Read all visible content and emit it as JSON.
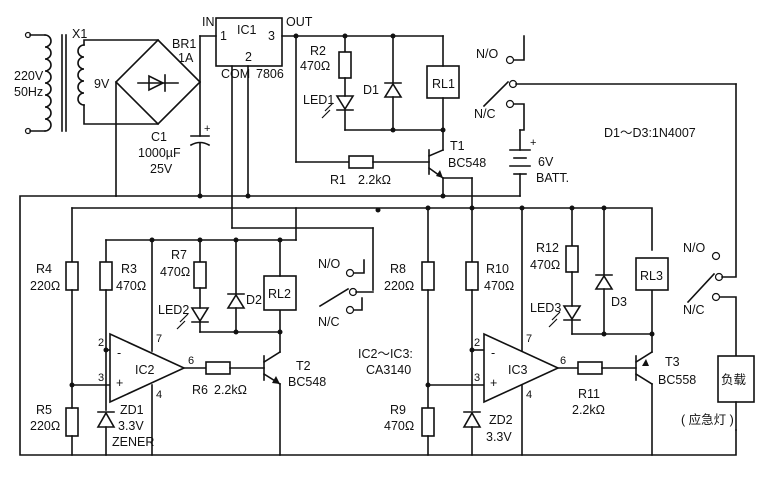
{
  "transformer": {
    "ref": "X1",
    "primary": "220V",
    "freq": "50Hz",
    "secondary": "9V"
  },
  "bridge": {
    "ref": "BR1",
    "rating": "1A"
  },
  "c1": {
    "ref": "C1",
    "value": "1000µF",
    "voltage": "25V",
    "polarity": "+"
  },
  "ic1": {
    "ref": "IC1",
    "pin_in": "1",
    "pin_out": "3",
    "pin_com": "2",
    "com": "COM",
    "part": "7806",
    "in_label": "IN",
    "out_label": "OUT"
  },
  "r1": {
    "ref": "R1",
    "value": "2.2kΩ"
  },
  "r2": {
    "ref": "R2",
    "value": "470Ω"
  },
  "led1": {
    "ref": "LED1"
  },
  "d1": {
    "ref": "D1"
  },
  "rl1": {
    "ref": "RL1",
    "no": "N/O",
    "nc": "N/C"
  },
  "t1": {
    "ref": "T1",
    "part": "BC548"
  },
  "battery": {
    "voltage": "6V",
    "label": "BATT.",
    "polarity": "+"
  },
  "diode_note": "D1～D3:1N4007",
  "r4": {
    "ref": "R4",
    "value": "220Ω"
  },
  "r5": {
    "ref": "R5",
    "value": "220Ω"
  },
  "r3": {
    "ref": "R3",
    "value": "470Ω"
  },
  "r7": {
    "ref": "R7",
    "value": "470Ω"
  },
  "led2": {
    "ref": "LED2"
  },
  "d2": {
    "ref": "D2"
  },
  "rl2": {
    "ref": "RL2",
    "no": "N/O",
    "nc": "N/C"
  },
  "ic2": {
    "ref": "IC2",
    "pin2": "2",
    "pin3": "3",
    "pin4": "4",
    "pin6": "6",
    "pin7": "7",
    "minus": "-",
    "plus": "+"
  },
  "r6": {
    "ref": "R6",
    "value": "2.2kΩ"
  },
  "t2": {
    "ref": "T2",
    "part": "BC548"
  },
  "zd1": {
    "ref": "ZD1",
    "value": "3.3V",
    "type": "ZENER"
  },
  "r8": {
    "ref": "R8",
    "value": "220Ω"
  },
  "r9": {
    "ref": "R9",
    "value": "470Ω"
  },
  "ic_note": {
    "line1": "IC2～IC3:",
    "line2": "CA3140"
  },
  "r10": {
    "ref": "R10",
    "value": "470Ω"
  },
  "r12": {
    "ref": "R12",
    "value": "470Ω"
  },
  "led3": {
    "ref": "LED3"
  },
  "d3": {
    "ref": "D3"
  },
  "rl3": {
    "ref": "RL3",
    "no": "N/O",
    "nc": "N/C"
  },
  "ic3": {
    "ref": "IC3",
    "pin2": "2",
    "pin3": "3",
    "pin4": "4",
    "pin6": "6",
    "pin7": "7",
    "minus": "-",
    "plus": "+"
  },
  "r11": {
    "ref": "R11",
    "value": "2.2kΩ"
  },
  "t3": {
    "ref": "T3",
    "part": "BC558"
  },
  "zd2": {
    "ref": "ZD2",
    "value": "3.3V"
  },
  "load": {
    "label": "负载",
    "note": "( 应急灯 )"
  }
}
